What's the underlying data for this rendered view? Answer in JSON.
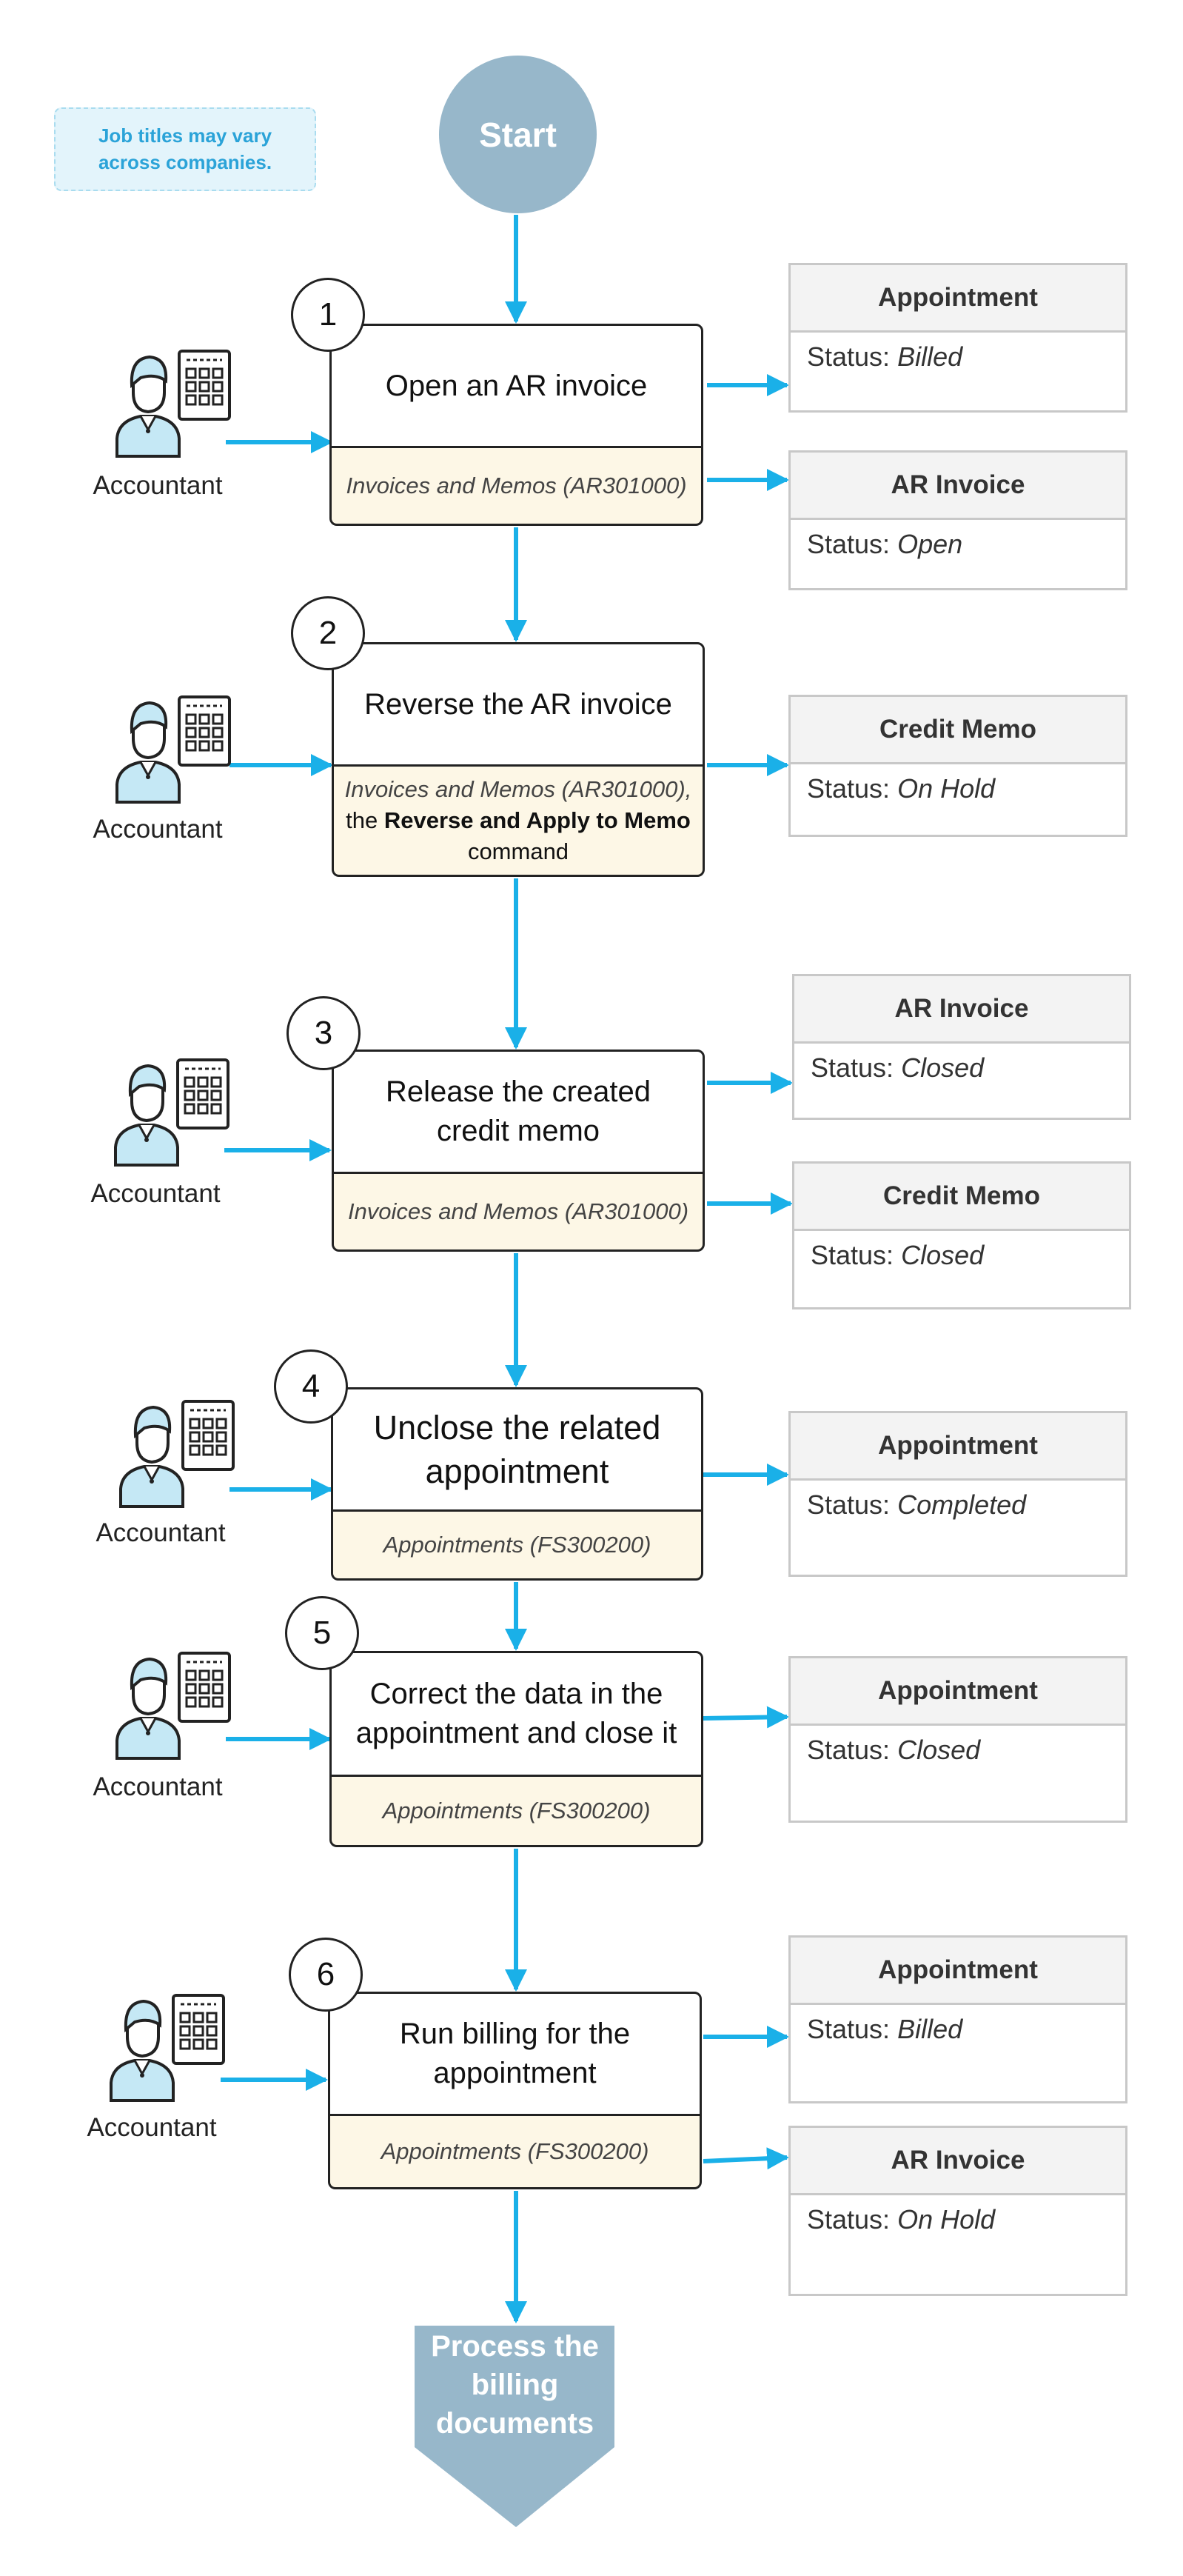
{
  "note": "Job titles may vary across companies.",
  "start": "Start",
  "end": "Process the billing documents",
  "role": "Accountant",
  "status_label": "Status:",
  "colors": {
    "arrow": "#1ab0e8",
    "start_end": "#97b7ca",
    "note_bg": "#e3f4fb",
    "sub_bg": "#fdf7e6"
  },
  "icons": [
    "accountant-icon"
  ],
  "steps": [
    {
      "number": "1",
      "title": "Open an AR invoice",
      "screen": "Invoices and Memos (AR301000)",
      "cards": [
        {
          "title": "Appointment",
          "status": "Billed"
        },
        {
          "title": "AR Invoice",
          "status": "Open"
        }
      ]
    },
    {
      "number": "2",
      "title": "Reverse the AR invoice",
      "screen": "Invoices and Memos (AR301000),",
      "screen_mid": "the",
      "command": "Reverse and Apply to Memo",
      "screen_tail": "command",
      "cards": [
        {
          "title": "Credit Memo",
          "status": "On Hold"
        }
      ]
    },
    {
      "number": "3",
      "title": "Release the created credit memo",
      "screen": "Invoices and Memos (AR301000)",
      "cards": [
        {
          "title": "AR Invoice",
          "status": "Closed"
        },
        {
          "title": "Credit Memo",
          "status": "Closed"
        }
      ]
    },
    {
      "number": "4",
      "title": "Unclose the related appointment",
      "screen": "Appointments (FS300200)",
      "cards": [
        {
          "title": "Appointment",
          "status": "Completed"
        }
      ]
    },
    {
      "number": "5",
      "title": "Correct the data in the appointment and close it",
      "screen": "Appointments (FS300200)",
      "cards": [
        {
          "title": "Appointment",
          "status": "Closed"
        }
      ]
    },
    {
      "number": "6",
      "title": "Run billing for the appointment",
      "screen": "Appointments (FS300200)",
      "cards": [
        {
          "title": "Appointment",
          "status": "Billed"
        },
        {
          "title": "AR Invoice",
          "status": "On Hold"
        }
      ]
    }
  ]
}
